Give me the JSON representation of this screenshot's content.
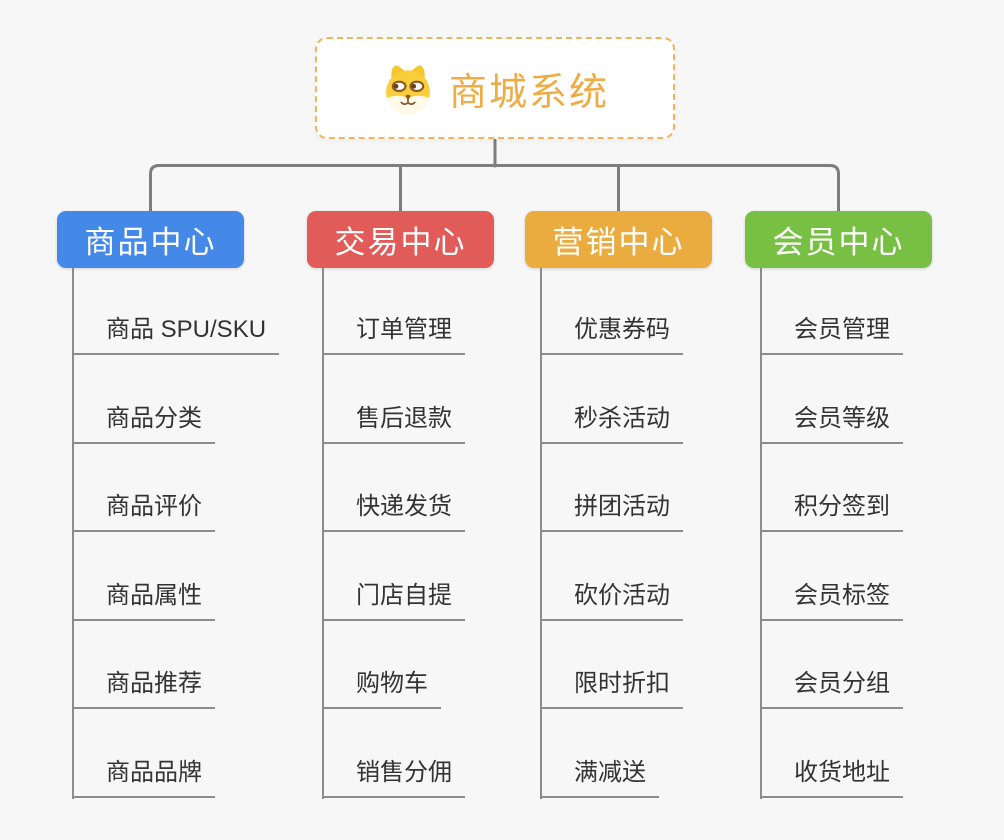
{
  "canvas": {
    "background_color": "#F7F7F7",
    "connector_color": "#7E7E7E",
    "underline_color": "#8C8C8C"
  },
  "root": {
    "title": "商城系统",
    "icon": "dog-face-icon",
    "text_color": "#EFAC45",
    "border_color": "#F2B45A"
  },
  "branches": [
    {
      "label": "商品中心",
      "color": "#4589E8",
      "items": [
        "商品 SPU/SKU",
        "商品分类",
        "商品评价",
        "商品属性",
        "商品推荐",
        "商品品牌"
      ]
    },
    {
      "label": "交易中心",
      "color": "#E15B58",
      "items": [
        "订单管理",
        "售后退款",
        "快递发货",
        "门店自提",
        "购物车",
        "销售分佣"
      ]
    },
    {
      "label": "营销中心",
      "color": "#EBAC3F",
      "items": [
        "优惠券码",
        "秒杀活动",
        "拼团活动",
        "砍价活动",
        "限时折扣",
        "满减送"
      ]
    },
    {
      "label": "会员中心",
      "color": "#77C043",
      "items": [
        "会员管理",
        "会员等级",
        "积分签到",
        "会员标签",
        "会员分组",
        "收货地址"
      ]
    }
  ]
}
